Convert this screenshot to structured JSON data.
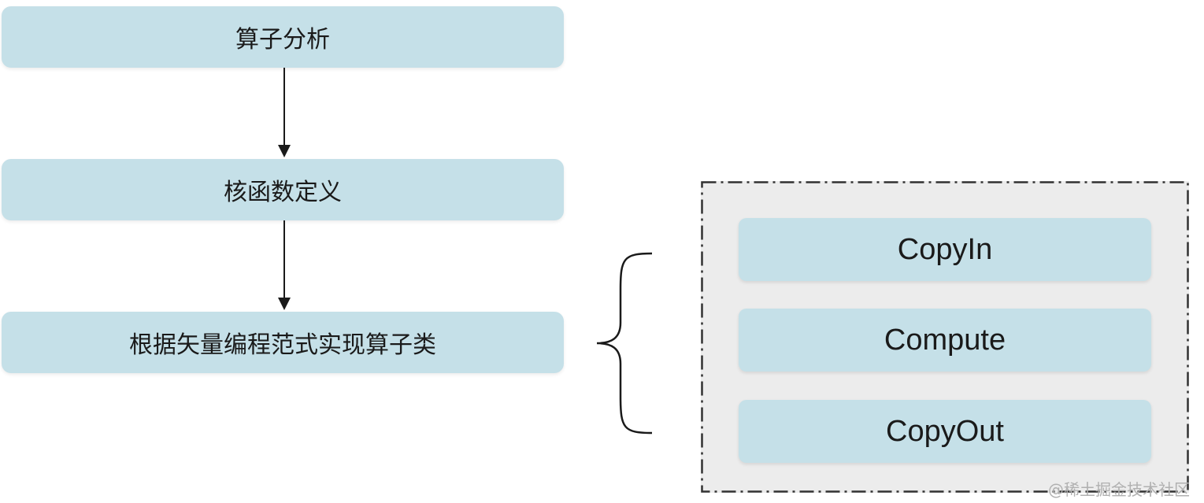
{
  "flow": {
    "steps": [
      {
        "label": "算子分析"
      },
      {
        "label": "核函数定义"
      },
      {
        "label": "根据矢量编程范式实现算子类"
      }
    ]
  },
  "process": {
    "stages": [
      {
        "label": "CopyIn"
      },
      {
        "label": "Compute"
      },
      {
        "label": "CopyOut"
      }
    ]
  },
  "watermark": "@稀土掘金技术社区",
  "colors": {
    "box_fill": "#c5e0e8",
    "group_fill": "#ececec",
    "line": "#1a1a1a"
  }
}
